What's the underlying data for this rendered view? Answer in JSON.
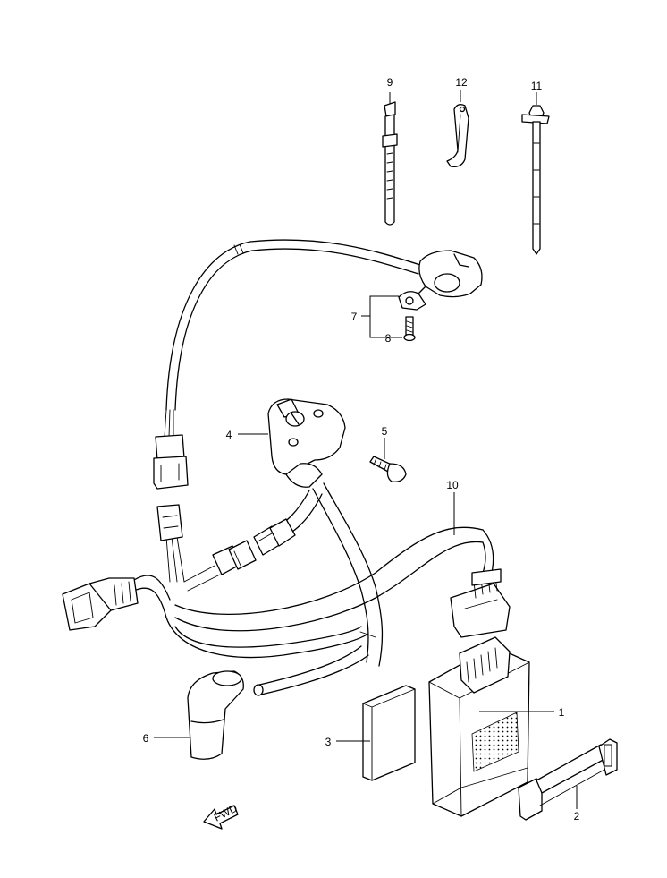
{
  "callouts": [
    {
      "id": "c1",
      "label": "1"
    },
    {
      "id": "c2",
      "label": "2"
    },
    {
      "id": "c3",
      "label": "3"
    },
    {
      "id": "c4",
      "label": "4"
    },
    {
      "id": "c5",
      "label": "5"
    },
    {
      "id": "c6",
      "label": "6"
    },
    {
      "id": "c7",
      "label": "7"
    },
    {
      "id": "c8",
      "label": "8"
    },
    {
      "id": "c9",
      "label": "9"
    },
    {
      "id": "c10",
      "label": "10"
    },
    {
      "id": "c11",
      "label": "11"
    },
    {
      "id": "c12",
      "label": "12"
    }
  ],
  "fwd_label": "FWD",
  "colors": {
    "line": "#000000",
    "background": "#ffffff"
  }
}
